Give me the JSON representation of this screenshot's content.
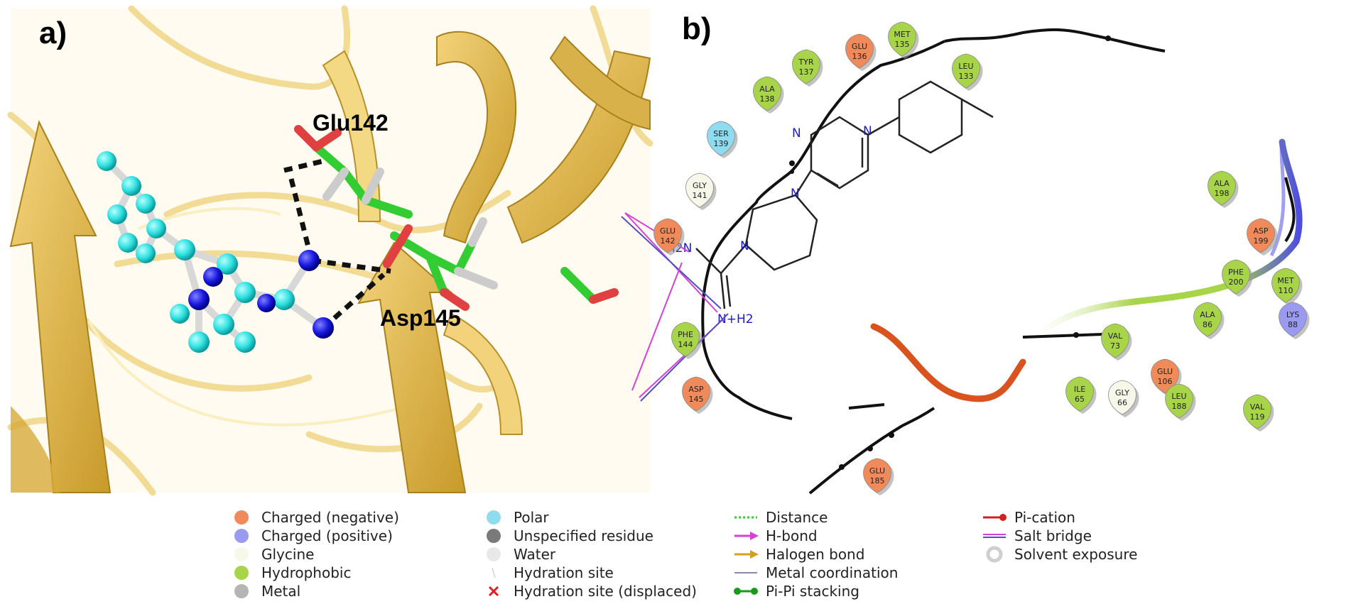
{
  "panels": {
    "a": {
      "label": "a)",
      "residue_labels": [
        "Glu142",
        "Asp145"
      ]
    },
    "b": {
      "label": "b)",
      "ligand_labels": {
        "n1": "N",
        "n2": "N",
        "n3": "N",
        "n4": "N",
        "nh2_top": "H2N",
        "nh2_bottom": "N+H2"
      },
      "residues": [
        {
          "name": "GLU",
          "num": "136",
          "type": "negative"
        },
        {
          "name": "MET",
          "num": "135",
          "type": "hydrophobic"
        },
        {
          "name": "TYR",
          "num": "137",
          "type": "hydrophobic"
        },
        {
          "name": "LEU",
          "num": "133",
          "type": "hydrophobic"
        },
        {
          "name": "ALA",
          "num": "138",
          "type": "hydrophobic"
        },
        {
          "name": "SER",
          "num": "139",
          "type": "polar"
        },
        {
          "name": "GLY",
          "num": "141",
          "type": "glycine"
        },
        {
          "name": "GLU",
          "num": "142",
          "type": "negative"
        },
        {
          "name": "PHE",
          "num": "144",
          "type": "hydrophobic"
        },
        {
          "name": "ASP",
          "num": "145",
          "type": "negative"
        },
        {
          "name": "ALA",
          "num": "198",
          "type": "hydrophobic"
        },
        {
          "name": "ASP",
          "num": "199",
          "type": "negative"
        },
        {
          "name": "PHE",
          "num": "200",
          "type": "hydrophobic"
        },
        {
          "name": "MET",
          "num": "110",
          "type": "hydrophobic"
        },
        {
          "name": "ALA",
          "num": "86",
          "type": "hydrophobic"
        },
        {
          "name": "LYS",
          "num": "88",
          "type": "positive"
        },
        {
          "name": "VAL",
          "num": "73",
          "type": "hydrophobic"
        },
        {
          "name": "GLU",
          "num": "106",
          "type": "negative"
        },
        {
          "name": "ILE",
          "num": "65",
          "type": "hydrophobic"
        },
        {
          "name": "GLY",
          "num": "66",
          "type": "glycine"
        },
        {
          "name": "LEU",
          "num": "188",
          "type": "hydrophobic"
        },
        {
          "name": "VAL",
          "num": "119",
          "type": "hydrophobic"
        },
        {
          "name": "GLU",
          "num": "185",
          "type": "negative"
        }
      ]
    }
  },
  "legend": {
    "col1": [
      "Charged (negative)",
      "Charged (positive)",
      "Glycine",
      "Hydrophobic",
      "Metal"
    ],
    "col2": [
      "Polar",
      "Unspecified residue",
      "Water",
      "Hydration site",
      "Hydration site (displaced)"
    ],
    "col3": [
      "Distance",
      "H-bond",
      "Halogen bond",
      "Metal coordination",
      "Pi-Pi stacking"
    ],
    "col4": [
      "Pi-cation",
      "Salt bridge",
      "Solvent exposure"
    ]
  },
  "colors": {
    "negative": "#f08a5a",
    "positive": "#9a9af0",
    "glycine": "#f7f7ea",
    "hydrophobic": "#a8d44a",
    "metal": "#b5b5b5",
    "polar": "#8fdcf0",
    "hbond": "#d640d6",
    "saltbridge": "#5050c0",
    "ribbon": "#e8c25a",
    "ligand_carbon": "#33e0e0",
    "ligand_nitrogen": "#1a1ae0",
    "residue_carbon": "#33cc33"
  }
}
